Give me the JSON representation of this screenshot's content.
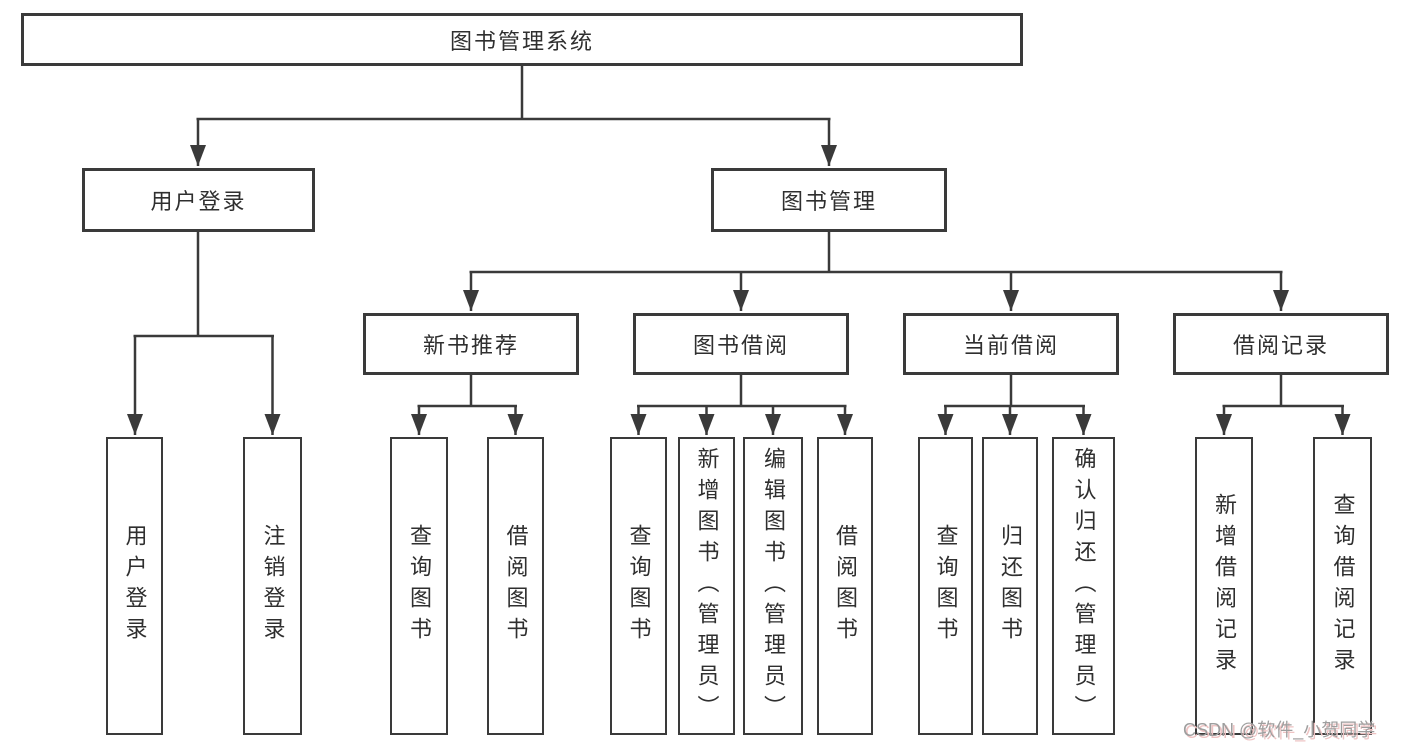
{
  "diagram": {
    "root": {
      "label": "图书管理系统"
    },
    "level2": [
      {
        "label": "用户登录"
      },
      {
        "label": "图书管理"
      }
    ],
    "level3": [
      {
        "label": "新书推荐"
      },
      {
        "label": "图书借阅"
      },
      {
        "label": "当前借阅"
      },
      {
        "label": "借阅记录"
      }
    ],
    "leaves": [
      {
        "label": "用户登录"
      },
      {
        "label": "注销登录"
      },
      {
        "label": "查询图书"
      },
      {
        "label": "借阅图书"
      },
      {
        "label": "查询图书"
      },
      {
        "label": "新增图书（管理员）"
      },
      {
        "label": "编辑图书（管理员）"
      },
      {
        "label": "借阅图书"
      },
      {
        "label": "查询图书"
      },
      {
        "label": "归还图书"
      },
      {
        "label": "确认归还（管理员）"
      },
      {
        "label": "新增借阅记录"
      },
      {
        "label": "查询借阅记录"
      }
    ],
    "watermark": "CSDN @软件_小贺同学",
    "colors": {
      "line": "#3a3a3a",
      "box_border": "#3a3a3a",
      "box_fill": "#ffffff",
      "text": "#2f2f2f",
      "background": "#ffffff",
      "watermark_text": "#9e9e9e",
      "watermark_shadow": "#eec3c3"
    }
  }
}
